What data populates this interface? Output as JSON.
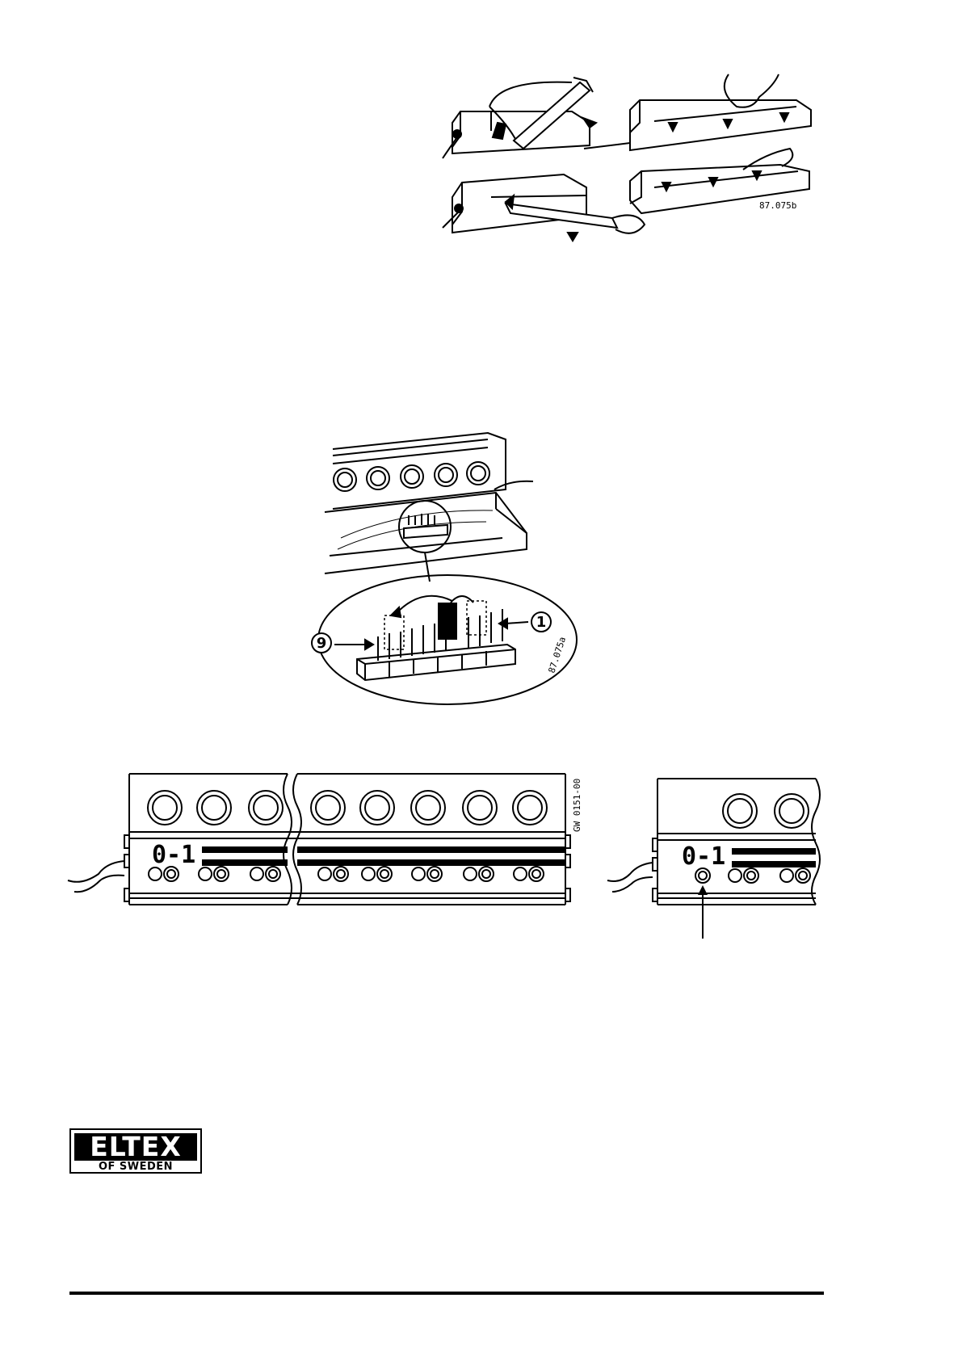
{
  "figure_top": {
    "ref": "87.075b"
  },
  "figure_middle": {
    "ref": "87.075a",
    "callout_left": "9",
    "callout_right": "1"
  },
  "figure_bottom": {
    "ref": "GW 0151-00",
    "switch_label_main": "0-1",
    "switch_label_detail": "0-1"
  },
  "logo": {
    "line1": "ELTEX",
    "line2": "OF SWEDEN"
  }
}
